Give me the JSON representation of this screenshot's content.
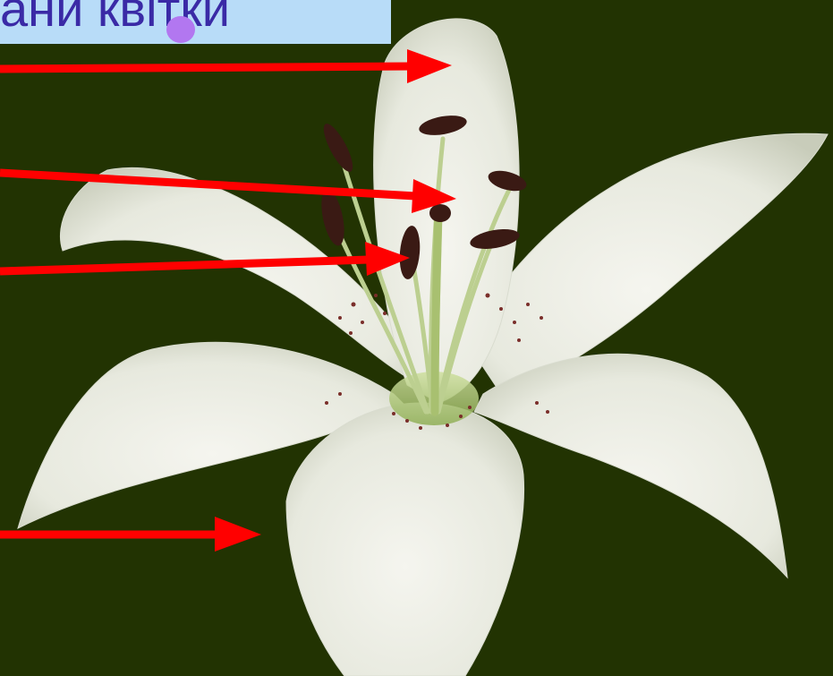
{
  "title": {
    "text": "ани квітки"
  },
  "colors": {
    "background": "#223302",
    "title_box": "#b8dcf8",
    "title_text": "#3a2aa6",
    "arrow": "#ff0000",
    "petal": "#eeeee4",
    "petal_shade": "#c9cdbd",
    "anther": "#3a1a14",
    "filament": "#b7c98a"
  },
  "pointers": [
    {
      "name": "pointer-petal-top"
    },
    {
      "name": "pointer-stamen"
    },
    {
      "name": "pointer-anther"
    },
    {
      "name": "pointer-petal-lower"
    }
  ]
}
